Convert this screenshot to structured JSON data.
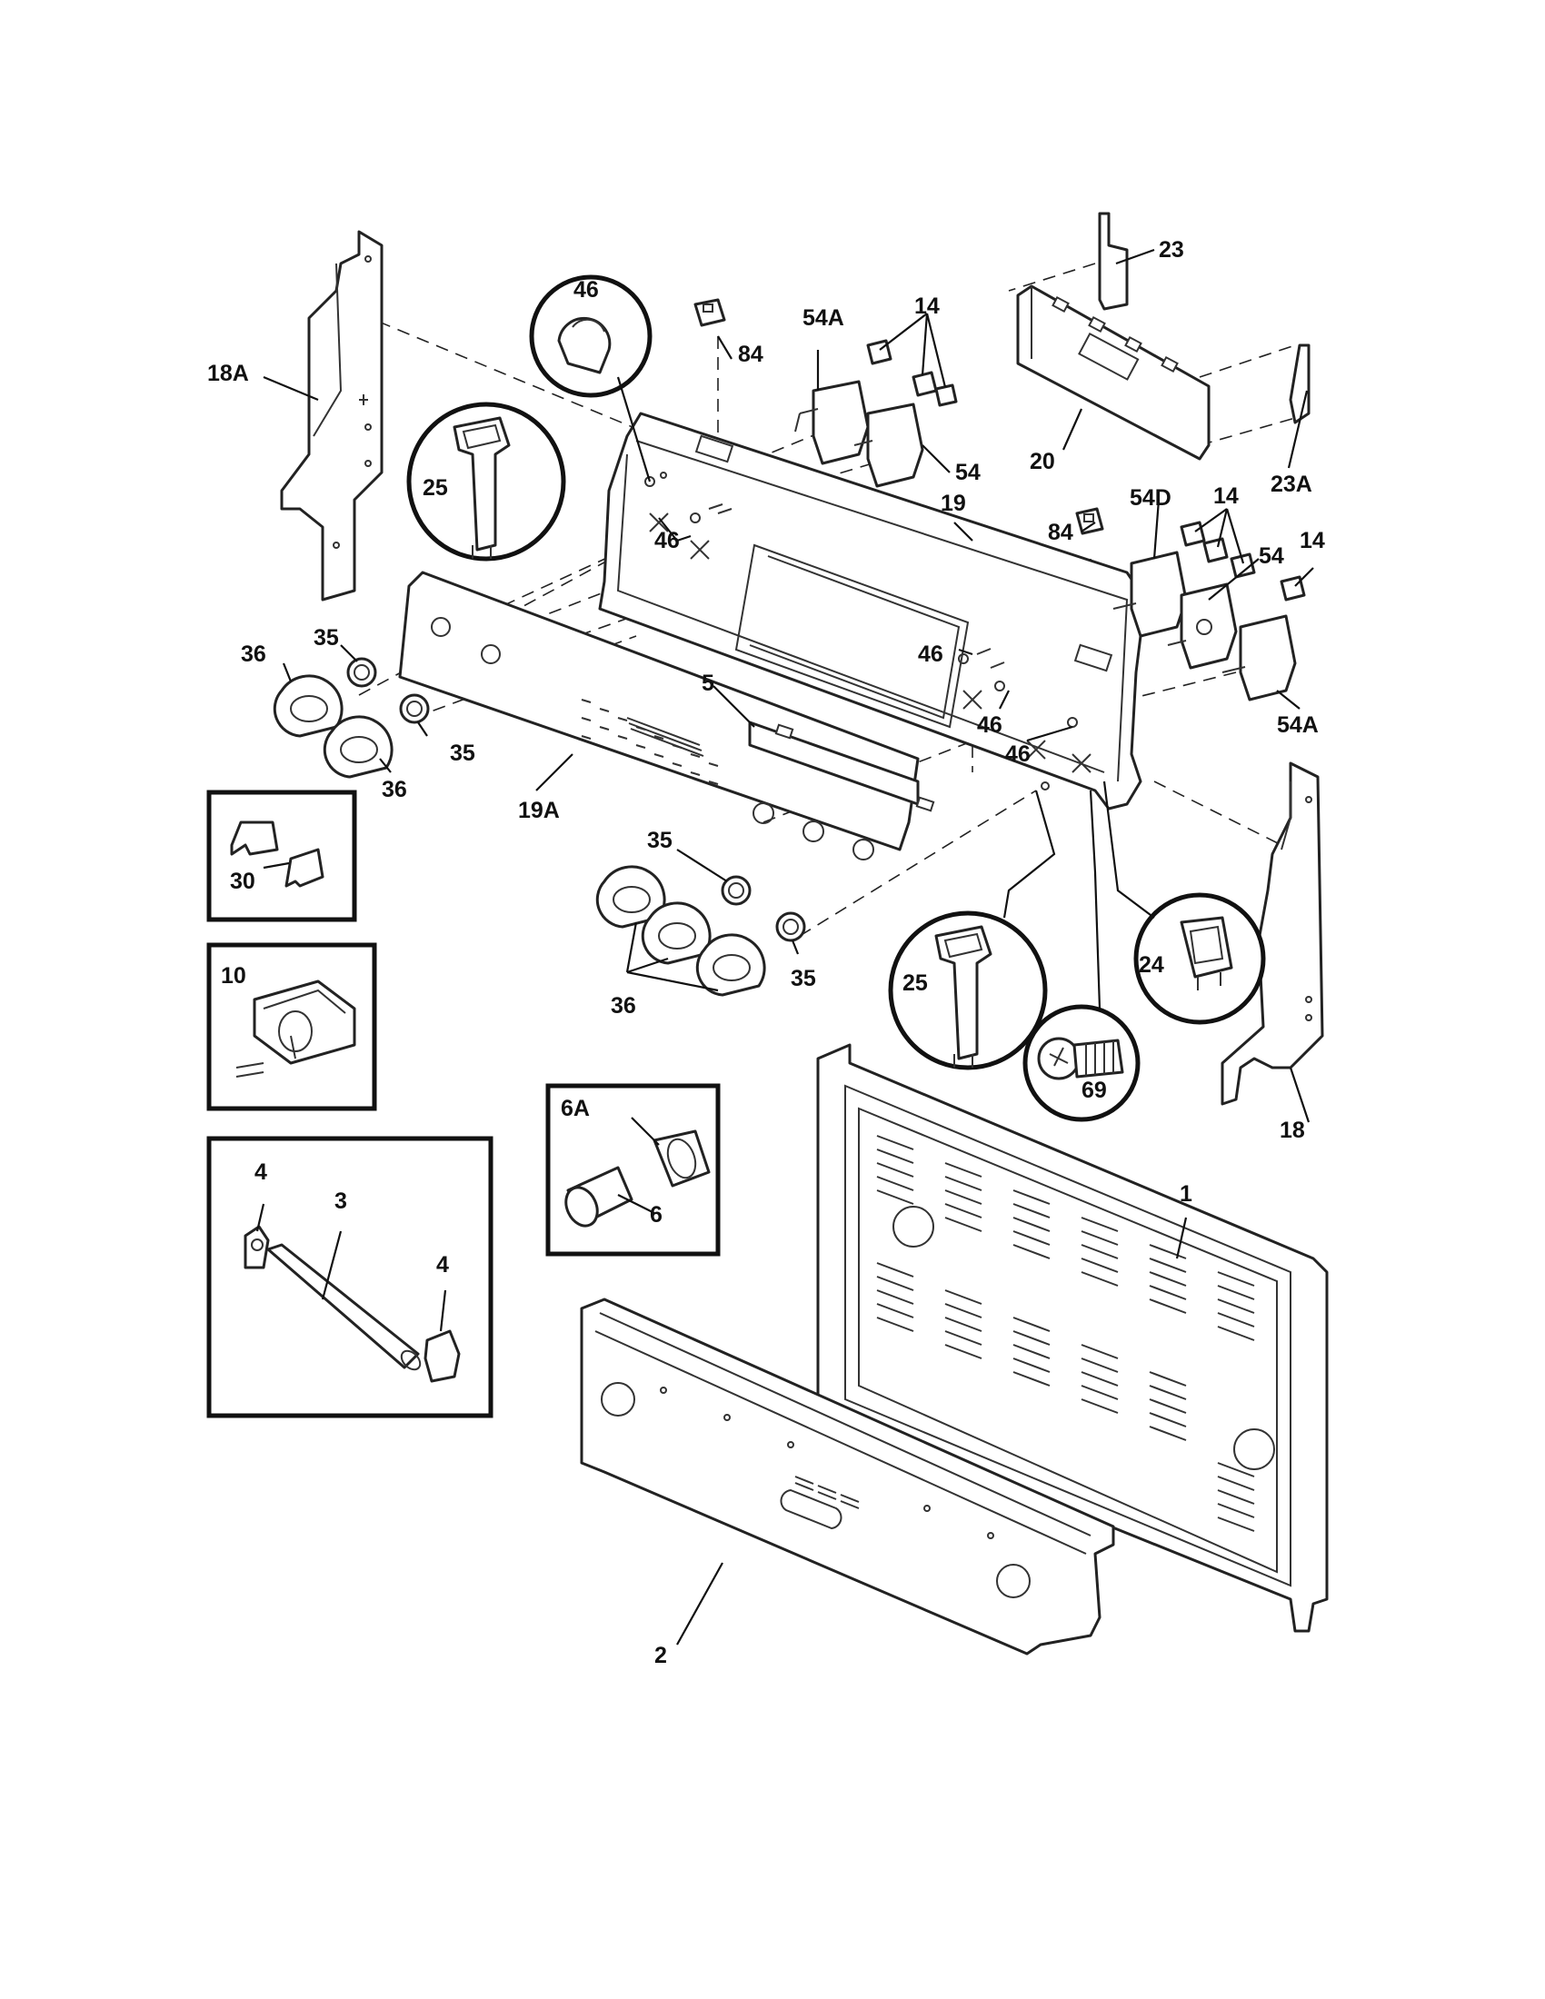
{
  "labels": {
    "p18A": "18A",
    "p46_circle": "46",
    "p84_top": "84",
    "p54A_top": "54A",
    "p14_top": "14",
    "p23": "23",
    "p20": "20",
    "p23A": "23A",
    "p54_top": "54",
    "p25_left": "25",
    "p46_a": "46",
    "p19": "19",
    "p84_right": "84",
    "p54D": "54D",
    "p14_mid": "14",
    "p54_mid": "54",
    "p14_right": "14",
    "p36_a": "36",
    "p35_a": "35",
    "p46_b": "46",
    "p5": "5",
    "p46_c": "46",
    "p46_d": "46",
    "p54A_bottom": "54A",
    "p35_b": "35",
    "p36_b": "36",
    "p19A": "19A",
    "p30": "30",
    "p35_c": "35",
    "p10": "10",
    "p25_right": "25",
    "p24": "24",
    "p36_c": "36",
    "p35_d": "35",
    "p18": "18",
    "p69": "69",
    "p6A": "6A",
    "p6": "6",
    "p4_a": "4",
    "p3": "3",
    "p4_b": "4",
    "p1": "1",
    "p2": "2"
  }
}
